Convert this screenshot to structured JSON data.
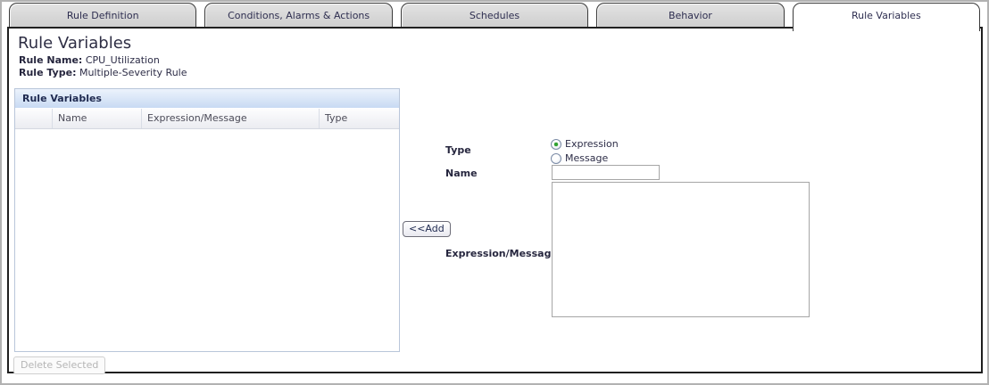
{
  "tabs": [
    {
      "label": "Rule Definition",
      "active": false
    },
    {
      "label": "Conditions, Alarms & Actions",
      "active": false
    },
    {
      "label": "Schedules",
      "active": false
    },
    {
      "label": "Behavior",
      "active": false
    },
    {
      "label": "Rule Variables",
      "active": true
    }
  ],
  "header": {
    "title": "Rule Variables",
    "rule_name_label": "Rule Name:",
    "rule_name_value": "CPU_Utilization",
    "rule_type_label": "Rule Type:",
    "rule_type_value": "Multiple-Severity Rule"
  },
  "table": {
    "title": "Rule Variables",
    "columns": [
      "",
      "Name",
      "Expression/Message",
      "Type"
    ],
    "rows": [],
    "delete_button_label": "Delete Selected",
    "delete_button_enabled": false
  },
  "form": {
    "type_label": "Type",
    "type_options": [
      {
        "label": "Expression",
        "selected": true
      },
      {
        "label": "Message",
        "selected": false
      }
    ],
    "name_label": "Name",
    "name_value": "",
    "name_placeholder": "",
    "add_button_label": "<<Add",
    "expression_label": "Expression/Message",
    "expression_value": ""
  },
  "colors": {
    "tab_inactive_bg": "#d4d4d4",
    "tab_active_bg": "#ffffff",
    "panel_border": "#1f1f1f",
    "table_title_bg_top": "#ecf3fc",
    "table_title_bg_bottom": "#c8daf3",
    "table_border": "#b9c6da",
    "text_navy": "#2d2d47",
    "radio_selected_dot": "#2fa32f",
    "disabled_text": "#b5b5b5"
  }
}
